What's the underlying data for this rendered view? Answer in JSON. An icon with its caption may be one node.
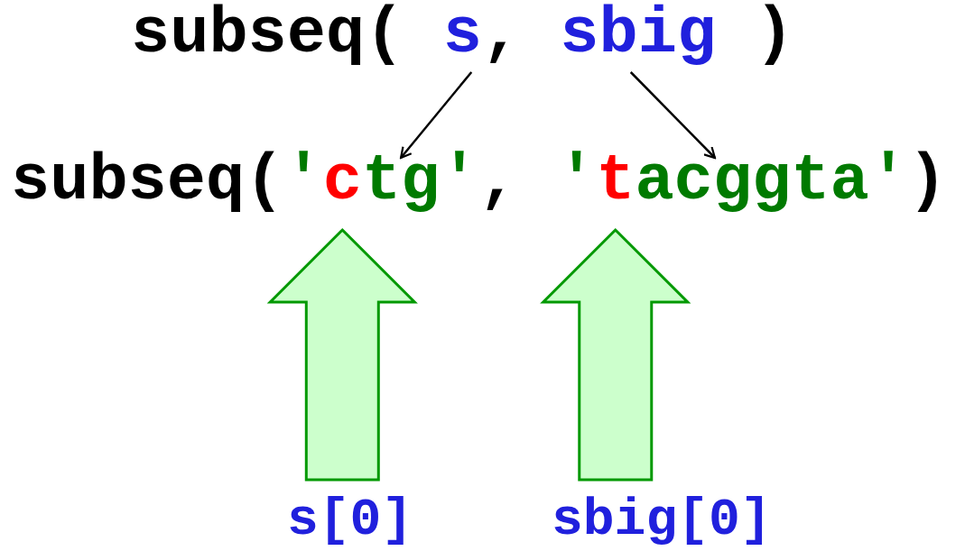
{
  "diagram": {
    "nodes": [
      {
        "text": [
          "s"
        ]
      },
      {
        "text": [
          "sbig"
        ]
      },
      {
        "text": [
          "'",
          "c",
          "tg'"
        ]
      },
      {
        "text": [
          "'",
          "t",
          "acggta'"
        ]
      },
      {
        "text": [
          "s[0]"
        ]
      },
      {
        "text": [
          "sbig[0]"
        ]
      }
    ],
    "edges": [
      {
        "from": 0,
        "to": 2,
        "arrow": "to"
      },
      {
        "from": 1,
        "to": 3,
        "arrow": "to"
      },
      {
        "from": 4,
        "to": 2,
        "arrow": "to",
        "style": "thick",
        "color": "#009900"
      },
      {
        "from": 5,
        "to": 3,
        "arrow": "to",
        "style": "thick",
        "color": "#009900"
      }
    ],
    "labels": [
      "subseq(",
      ",",
      ")",
      "subseq(",
      ",",
      ")"
    ]
  }
}
